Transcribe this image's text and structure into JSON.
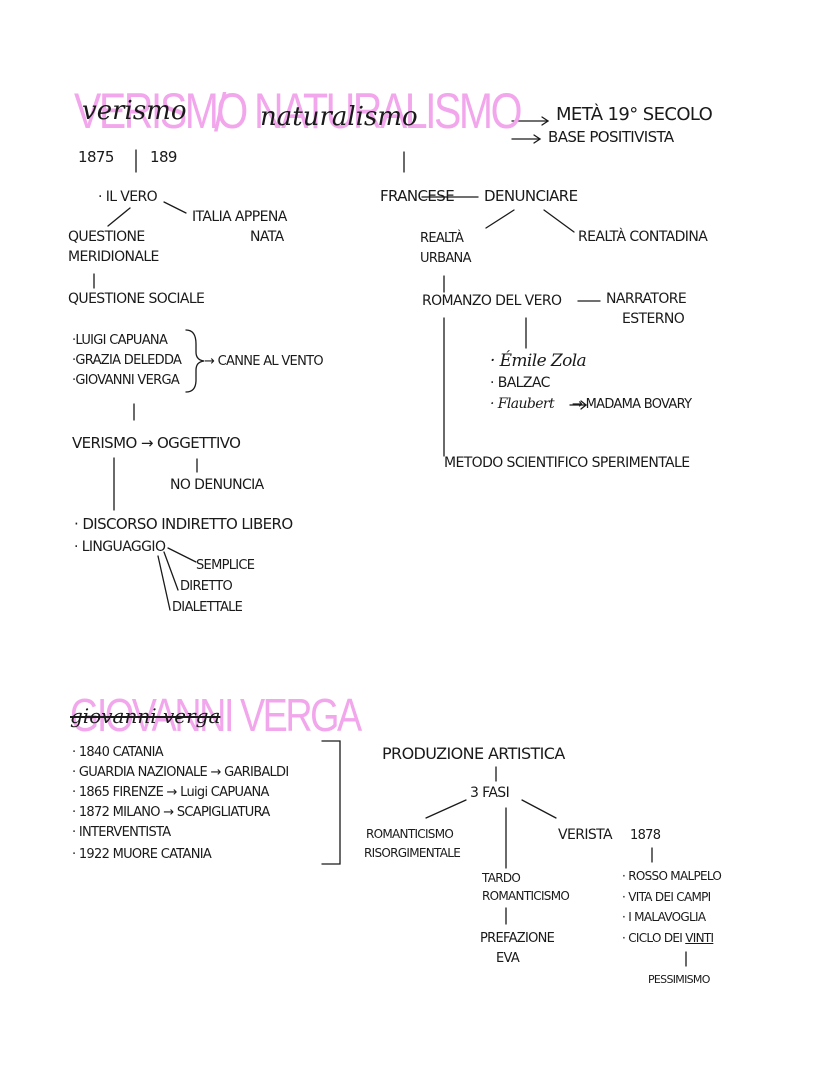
{
  "title": {
    "highlight_left": "VERISMO",
    "script_left": "verismo",
    "slash": "/",
    "highlight_right": "NATURALISMO",
    "script_right": "naturalismo",
    "arrow_1": "METÀ 19° SECOLO",
    "arrow_2": "BASE POSITIVISTA"
  },
  "verismo": {
    "year_start": "1875",
    "year_end": "189",
    "il_vero": "· IL VERO",
    "italia_1": "ITALIA APPENA",
    "italia_2": "NATA",
    "questione_merid_1": "QUESTIONE",
    "questione_merid_2": "MERIDIONALE",
    "questione_sociale": "QUESTIONE SOCIALE",
    "authors": [
      "·LUIGI CAPUANA",
      "·GRAZIA DELEDDA",
      "·GIOVANNI VERGA"
    ],
    "canne": "→ CANNE AL VENTO",
    "verismo_oggettivo": "VERISMO → OGGETTIVO",
    "no_denuncia": "NO DENUNCIA",
    "discorso": "· DISCORSO INDIRETTO LIBERO",
    "linguaggio": "· LINGUAGGIO",
    "semplice": "SEMPLICE",
    "diretto": "DIRETTO",
    "dialettale": "DIALETTALE"
  },
  "naturalismo": {
    "francese": "FRANCESE",
    "denunciare": "DENUNCIARE",
    "realta_urbana_1": "REALTÀ",
    "realta_urbana_2": "URBANA",
    "realta_contadina": "REALTÀ CONTADINA",
    "romanzo": "ROMANZO DEL VERO",
    "narratore_1": "NARRATORE",
    "narratore_2": "ESTERNO",
    "zola": "· Émile Zola",
    "balzac": "· BALZAC",
    "flaubert": "· Flaubert",
    "bovary": "→ MADAMA BOVARY",
    "metodo": "METODO SCIENTIFICO SPERIMENTALE"
  },
  "verga": {
    "highlight": "GIOVANNI VERGA",
    "script": "giovanni verga",
    "bio": [
      "· 1840 CATANIA",
      "· GUARDIA NAZIONALE → GARIBALDI",
      "· 1865 FIRENZE → Luigi CAPUANA",
      "· 1872 MILANO → SCAPIGLIATURA",
      "· INTERVENTISTA",
      "· 1922 MUORE CATANIA"
    ],
    "produzione": "PRODUZIONE ARTISTICA",
    "fasi": "3 FASI",
    "romanticismo_1": "ROMANTICISMO",
    "romanticismo_2": "RISORGIMENTALE",
    "tardo_1": "TARDO",
    "tardo_2": "ROMANTICISMO",
    "prefazione_1": "PREFAZIONE",
    "prefazione_2": "EVA",
    "verista": "VERISTA",
    "verista_year": "1878",
    "works": [
      "· ROSSO MALPELO",
      "· VITA DEI CAMPI",
      "· I MALAVOGLIA",
      "· CICLO DEI "
    ],
    "vinti": "VINTI",
    "pessimismo": "PESSIMISMO"
  },
  "colors": {
    "highlight": "#f2a6ec",
    "ink": "#1a1a1a"
  }
}
